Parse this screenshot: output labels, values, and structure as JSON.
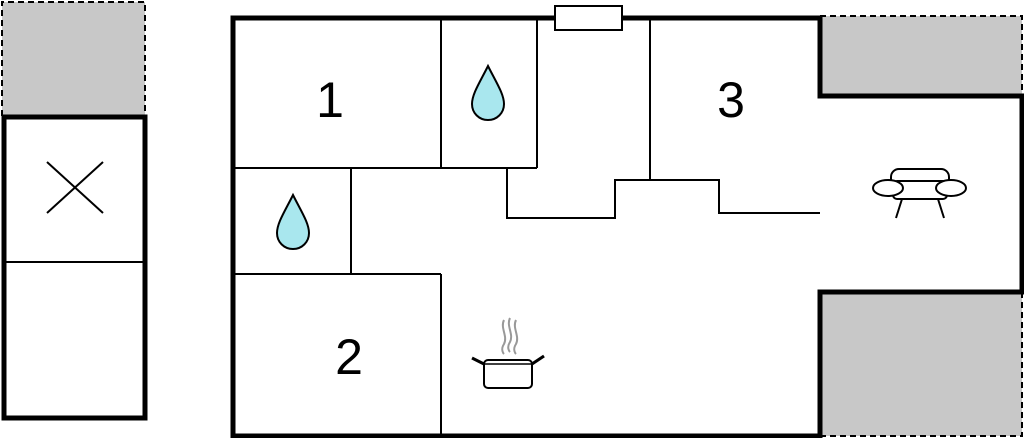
{
  "rooms": [
    {
      "id": "bedroom-1",
      "number": "1"
    },
    {
      "id": "bedroom-2",
      "number": "2"
    },
    {
      "id": "bedroom-3",
      "number": "3"
    }
  ],
  "icons": {
    "bathroom_1": "water-drop-icon",
    "bathroom_2": "water-drop-icon",
    "annex": "cross-icon",
    "kitchen": "cooking-pot-icon",
    "living": "sofa-icon"
  },
  "colors": {
    "wall": "#000000",
    "terrace": "#c8c8c8",
    "water": "#a9e7ee",
    "steam": "#999999"
  }
}
